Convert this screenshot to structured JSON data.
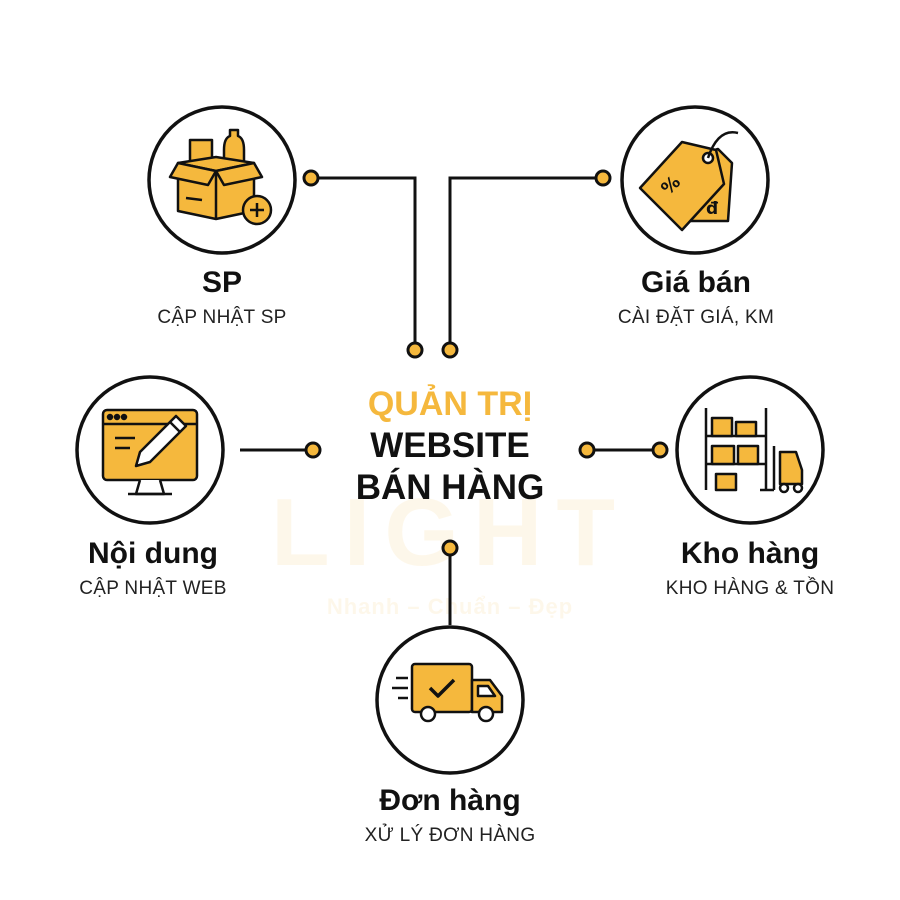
{
  "center": {
    "line1": "QUẢN TRỊ",
    "line2": "WEBSITE",
    "line3": "BÁN HÀNG"
  },
  "watermark": {
    "logo": "LIGHT",
    "slogan": "Nhanh – Chuẩn – Đẹp"
  },
  "nodes": [
    {
      "id": "sp",
      "icon": "product-box-icon",
      "title": "SP",
      "subtitle": "CẬP NHẬT SP"
    },
    {
      "id": "gia-ban",
      "icon": "price-tag-icon",
      "title": "Giá bán",
      "subtitle": "CÀI ĐẶT GIÁ, KM"
    },
    {
      "id": "noi-dung",
      "icon": "monitor-pencil-icon",
      "title": "Nội dung",
      "subtitle": "CẬP NHẬT WEB"
    },
    {
      "id": "kho-hang",
      "icon": "warehouse-forklift-icon",
      "title": "Kho hàng",
      "subtitle": "KHO HÀNG & TỒN"
    },
    {
      "id": "don-hang",
      "icon": "delivery-truck-icon",
      "title": "Đơn hàng",
      "subtitle": "XỬ LÝ ĐƠN HÀNG"
    }
  ],
  "colors": {
    "accent": "#f5b83d",
    "stroke": "#111111",
    "text": "#111111",
    "background": "#ffffff"
  }
}
